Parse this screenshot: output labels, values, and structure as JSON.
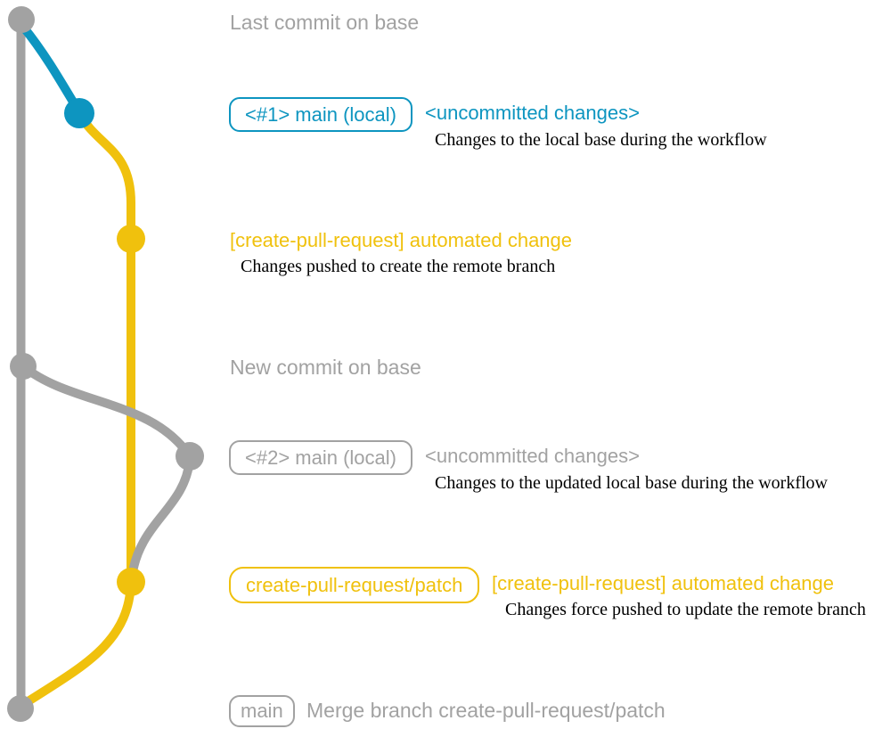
{
  "colors": {
    "gray": "#a2a2a2",
    "blue": "#0d95c0",
    "yellow": "#f0c10d",
    "ink": "#000000"
  },
  "annotations": {
    "last_commit_label": "Last commit on base",
    "new_commit_label": "New commit on base",
    "branch1": {
      "badge": "<#1> main (local)",
      "status": "<uncommitted changes>",
      "note": "Changes to the local base during the workflow"
    },
    "push1": {
      "label": "[create-pull-request] automated change",
      "note": "Changes pushed to create the remote branch"
    },
    "branch2": {
      "badge": "<#2> main (local)",
      "status": "<uncommitted changes>",
      "note": "Changes to the updated local base during the workflow"
    },
    "push2": {
      "badge": "create-pull-request/patch",
      "label": "[create-pull-request] automated change",
      "note": "Changes force pushed to update the remote branch"
    },
    "merge": {
      "badge": "main",
      "label": "Merge branch create-pull-request/patch"
    }
  }
}
